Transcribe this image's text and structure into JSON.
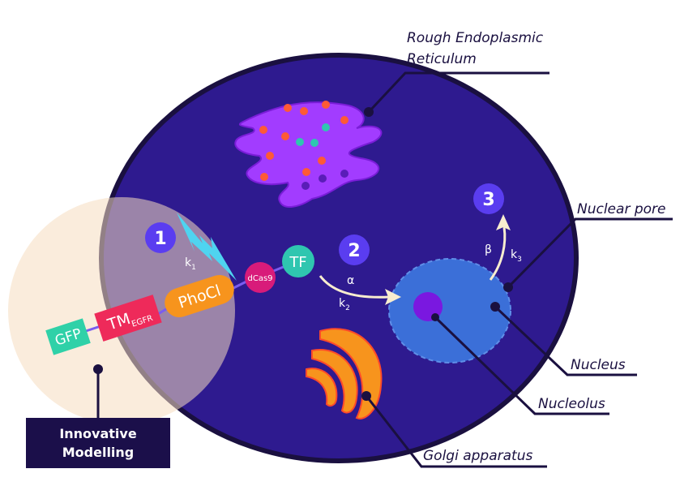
{
  "labels": {
    "rough_er_line1": "Rough Endoplasmic",
    "rough_er_line2": "Reticulum",
    "nuclear_pore": "Nuclear pore",
    "nucleus": "Nucleus",
    "nucleolus": "Nucleolus",
    "golgi": "Golgi apparatus"
  },
  "construct": {
    "gfp": "GFP",
    "tm": "TM",
    "tm_sub": "EGFR",
    "phocl": "PhoCl",
    "dcas9": "dCas9",
    "tf": "TF"
  },
  "steps": {
    "one": "1",
    "two": "2",
    "three": "3"
  },
  "rates": {
    "k": "k",
    "k1_sub": "1",
    "k2_sub": "2",
    "k3_sub": "3",
    "alpha": "α",
    "beta": "β"
  },
  "badge": {
    "line1": "Innovative",
    "line2": "Modelling"
  },
  "colors": {
    "cell": "#2e1a8f",
    "cell_outline": "#1a1040",
    "halo": "#f5dcc0",
    "nucleus": "#3b6fd8",
    "nucleolus": "#7a18e0",
    "er": "#a23cff",
    "golgi": "#f7941d",
    "step_circle": "#5a3df0",
    "gfp": "#2fd1a8",
    "tm": "#ee2a5a",
    "phocl": "#f7941d",
    "dcas9": "#d81b7a",
    "tf": "#2fc6b0",
    "lightning": "#4fd4f0",
    "arrow": "#f8edcf",
    "badge_bg": "#1b0f4a"
  }
}
